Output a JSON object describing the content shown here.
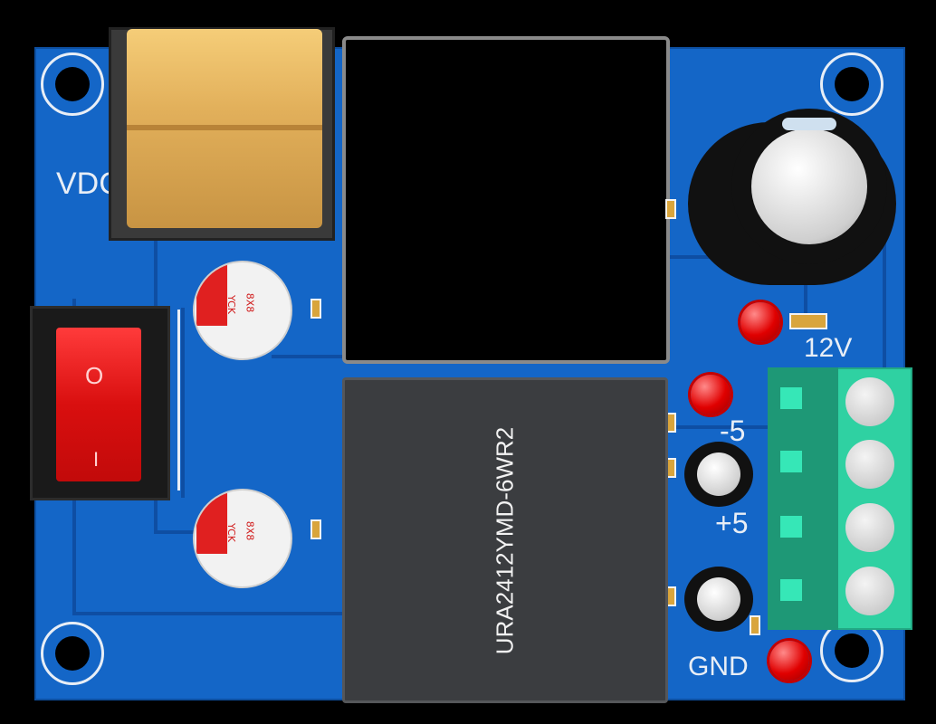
{
  "image": {
    "subject": "PCB",
    "board_color": "#1466c7",
    "silkscreen_color": "#e8eef6"
  },
  "labels": {
    "input": "VDC",
    "output_12v": "12V",
    "minus5": "-5",
    "plus5": "+5",
    "gnd": "GND",
    "switch_off": "O",
    "switch_on": "I"
  },
  "module": {
    "part_number": "URA2412YMD-6WR2"
  },
  "smd_caps": [
    {
      "line1": "8X8",
      "line2": "YCK"
    },
    {
      "line1": "8X8",
      "line2": "YCK"
    }
  ]
}
